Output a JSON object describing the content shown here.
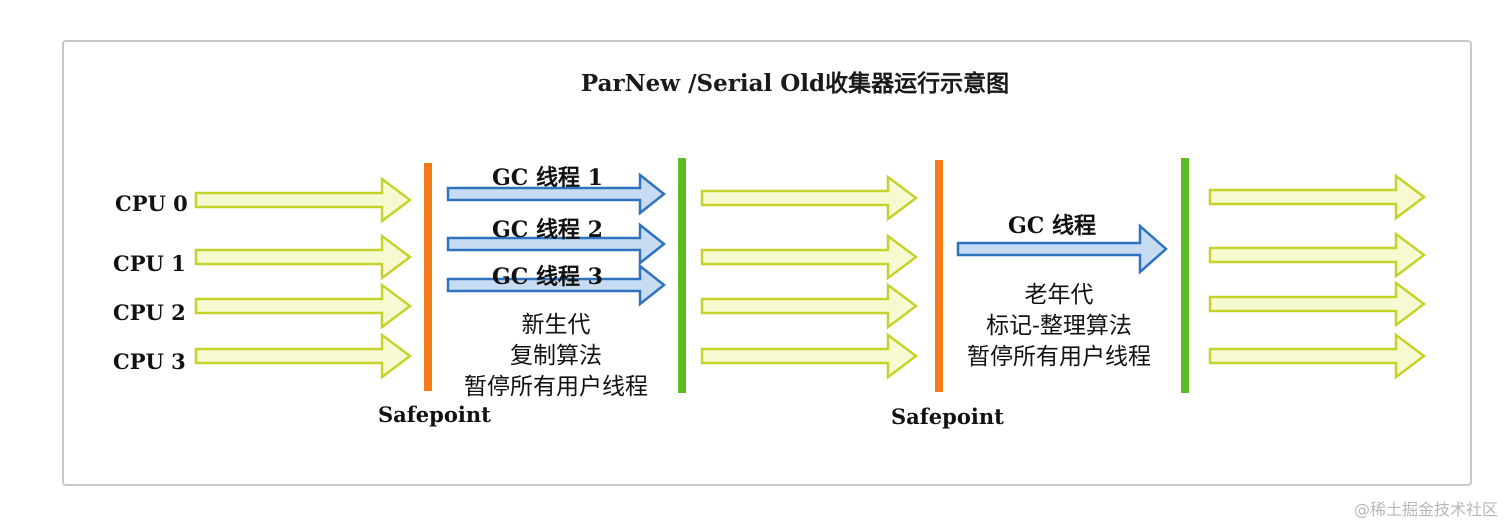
{
  "title": "ParNew /Serial Old收集器运行示意图",
  "cpus": [
    "CPU 0",
    "CPU 1",
    "CPU 2",
    "CPU 3"
  ],
  "phase1": {
    "threads": [
      "GC 线程 1",
      "GC 线程 2",
      "GC 线程 3"
    ],
    "description": [
      "新生代",
      "复制算法",
      "暂停所有用户线程"
    ]
  },
  "phase2": {
    "threads": [
      "GC 线程"
    ],
    "description": [
      "老年代",
      "标记-整理算法",
      "暂停所有用户线程"
    ]
  },
  "safepoints": [
    "Safepoint",
    "Safepoint"
  ],
  "watermark": "@稀土掘金技术社区",
  "colors": {
    "user_arrow_fill": "#f7fad0",
    "user_arrow_stroke": "#c6d22a",
    "gc_arrow_fill": "#c7dcf3",
    "gc_arrow_stroke": "#2f72bd",
    "safepoint_bar": "#f47a1a",
    "resume_bar": "#5cbc22"
  }
}
